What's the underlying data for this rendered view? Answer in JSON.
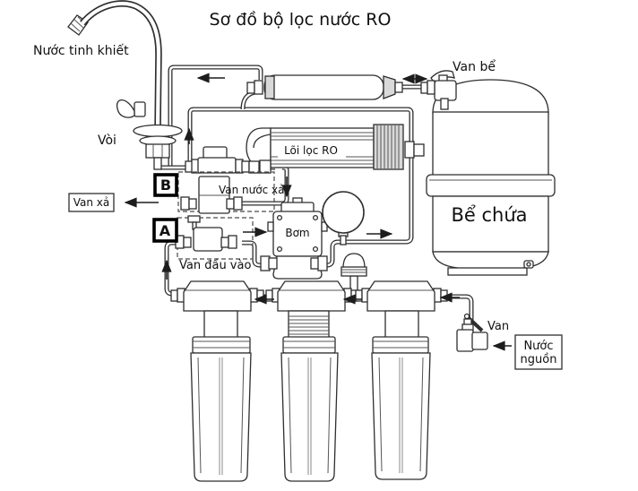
{
  "title": "Sơ đồ bộ lọc nước RO",
  "labels": {
    "pure_water": "Nước tinh khiết",
    "faucet": "Vòi",
    "tank_valve": "Van bể",
    "drain_valve_box": "Van xả",
    "valve_b": "B",
    "waste_valve": "Van nước xả",
    "valve_a": "A",
    "inlet_valve": "Van đầu vào",
    "pump": "Bơm",
    "ro_membrane": "Lõi lọc RO",
    "storage_tank": "Bể chứa",
    "source_valve": "Van",
    "source_water_line1": "Nước",
    "source_water_line2": "nguồn"
  },
  "colors": {
    "background": "#ffffff",
    "line": "#2e2e2e",
    "text": "#101010",
    "shading": "#d9d9d9"
  }
}
